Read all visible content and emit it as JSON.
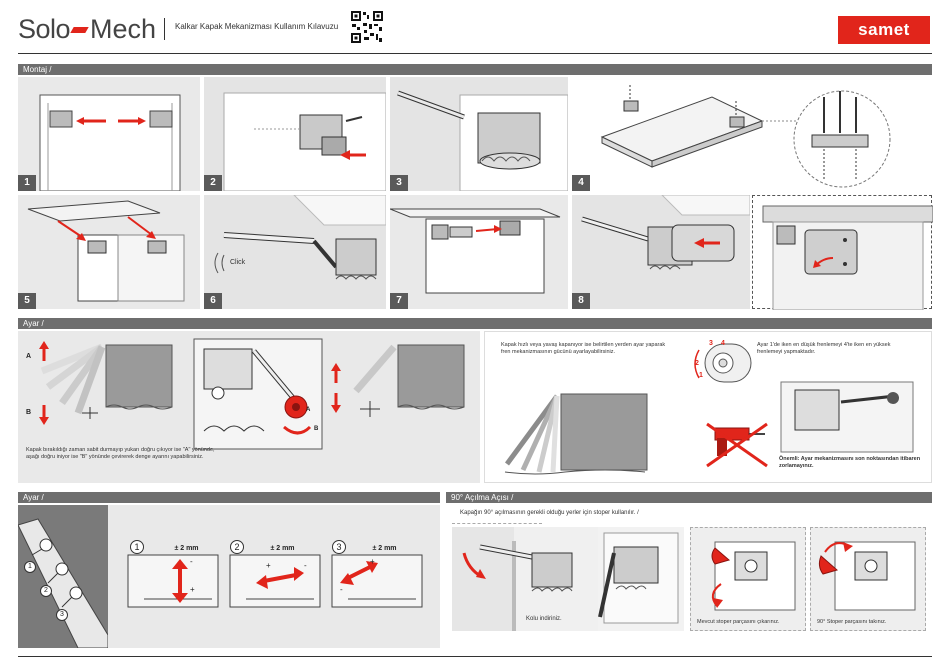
{
  "header": {
    "logo_part1": "Solo",
    "logo_part2": "Mech",
    "doc_title": "Kalkar Kapak Mekanizması Kullanım Kılavuzu",
    "brand": "samet"
  },
  "montaj": {
    "title": "Montaj /",
    "steps": [
      "1",
      "2",
      "3",
      "4",
      "5",
      "6",
      "7",
      "8"
    ],
    "click_label": "Click"
  },
  "ayar1": {
    "title": "Ayar /",
    "label_a": "A",
    "label_b": "B",
    "caption_left": "Kapak bırakıldığı zaman sabit durmayıp yukarı doğru çıkıyor ise \"A\" yönünde, aşağı doğru iniyor ise \"B\" yönünde çevirerek denge ayarını yapabilirsiniz.",
    "brake_text": "Kapak hızlı veya yavaş kapanıyor ise belirtilen yerden ayar yaparak fren mekanizmasının gücünü ayarlayabilirsiniz.",
    "dial_note": "Ayar 1'de iken en düşük frenlemeyi 4'te iken en yüksek frenlemeyi yapmaktadır.",
    "dial_numbers": [
      "1",
      "2",
      "3",
      "4"
    ],
    "warning": "Önemli: Ayar mekanizmasını son noktasından itibaren zorlamayınız."
  },
  "ayar2": {
    "title": "Ayar /",
    "markers": [
      "1",
      "2",
      "3"
    ],
    "adjustments": [
      {
        "num": "1",
        "label": "± 2 mm"
      },
      {
        "num": "2",
        "label": "± 2 mm"
      },
      {
        "num": "3",
        "label": "± 2 mm"
      }
    ],
    "plus": "+",
    "minus": "-"
  },
  "aci90": {
    "title": "90° Açılma Açısı /",
    "subtitle": "Kapağın 90° açılmasının gerekli olduğu yerler için stoper kullanılır. /",
    "captions": [
      "Kolu indiriniz.",
      "Mevcut stoper parçasını çıkarınız.",
      "90° Stoper parçasını takınız."
    ]
  },
  "colors": {
    "accent": "#e1251b",
    "bar": "#6e6e6e",
    "panel": "#e9e9e9"
  }
}
